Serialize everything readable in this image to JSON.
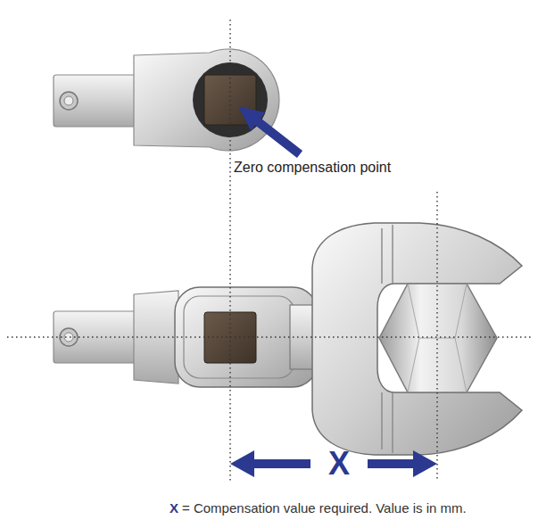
{
  "diagram": {
    "labels": [
      "Zero compensation point",
      "X",
      "X",
      "= Compensation value required. Value is in mm."
    ]
  }
}
